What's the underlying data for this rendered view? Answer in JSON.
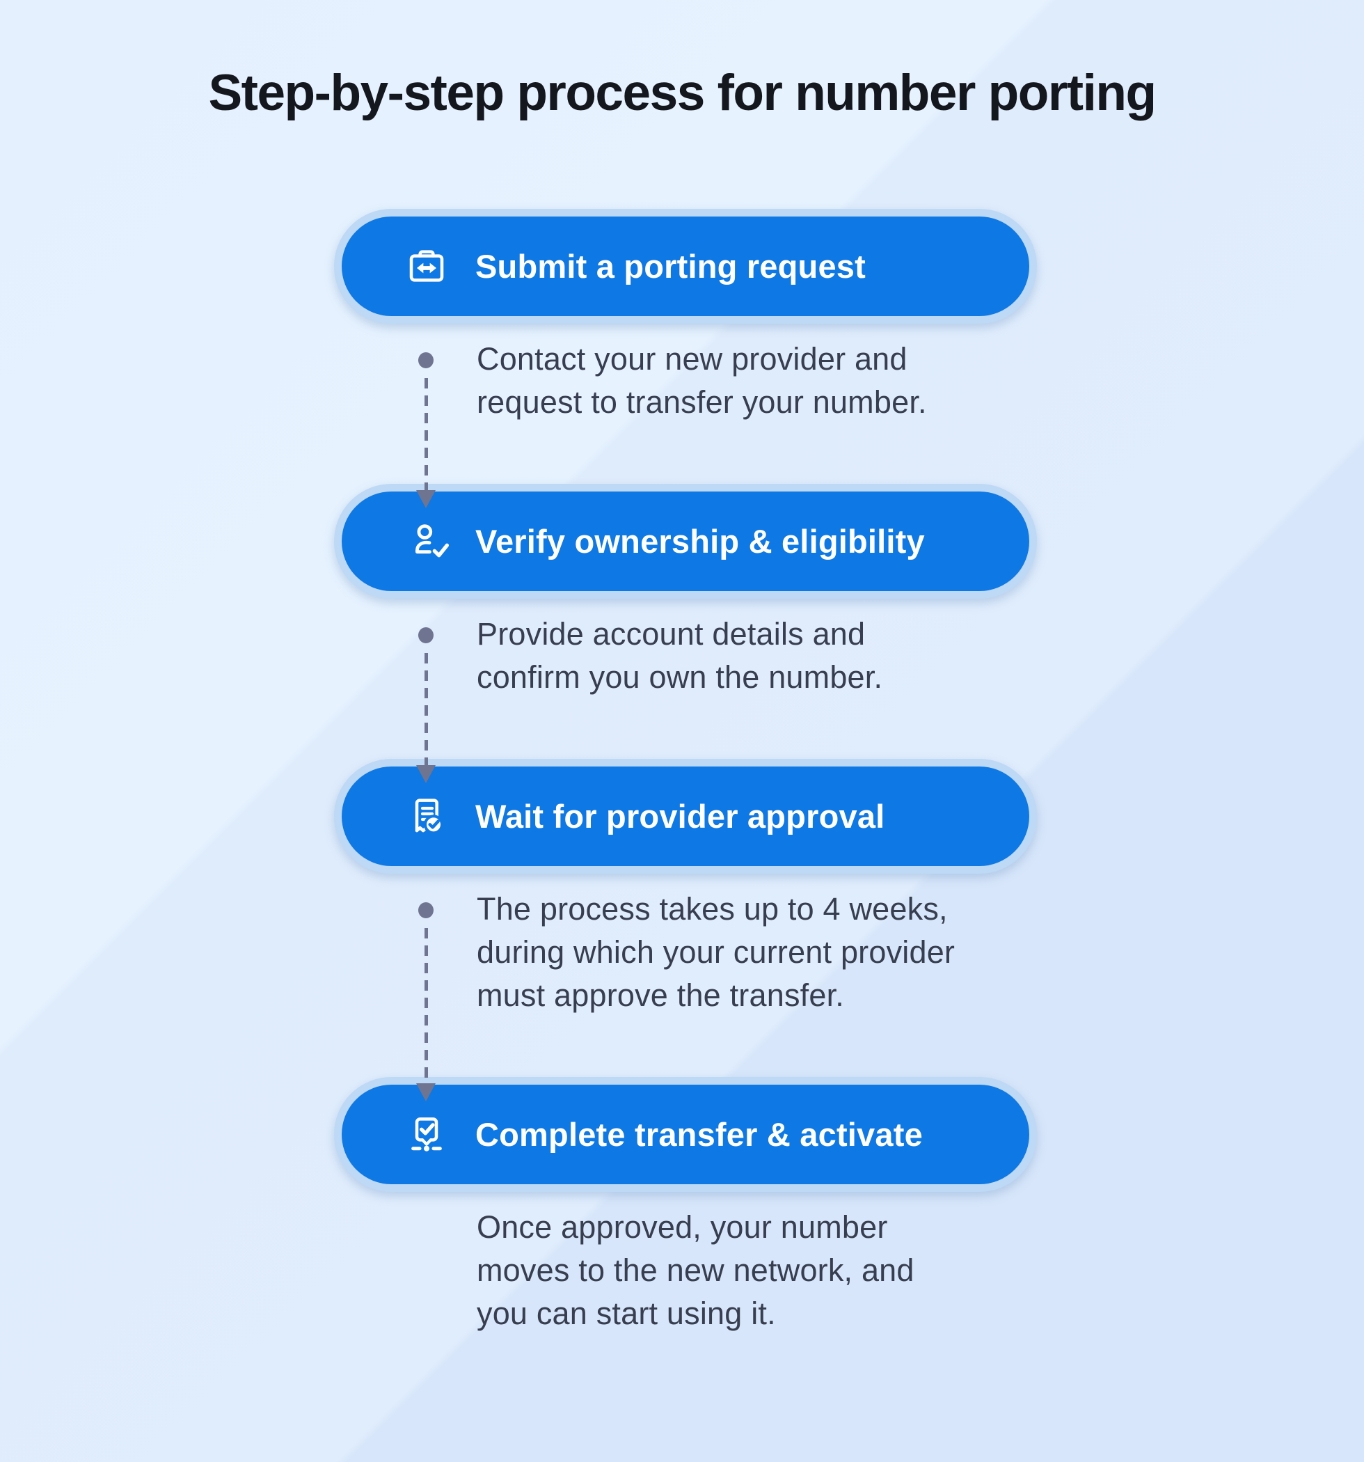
{
  "title": "Step-by-step process for number porting",
  "colors": {
    "background": "#DEEBFB",
    "pill": "#0E78E4",
    "pill_halo": "#BDD9F5",
    "pill_text": "#FFFFFF",
    "title_text": "#15171E",
    "body_text": "#373E50",
    "connector": "#6F7590"
  },
  "steps": [
    {
      "label": "Submit a porting request",
      "icon": "clipboard-transfer-icon",
      "description": [
        "Contact your new provider and",
        "request to transfer your number."
      ]
    },
    {
      "label": "Verify ownership & eligibility",
      "icon": "user-check-icon",
      "description": [
        "Provide account details and",
        "confirm you own the number."
      ]
    },
    {
      "label": "Wait for provider approval",
      "icon": "receipt-check-icon",
      "description": [
        "The process takes up to 4 weeks,",
        "during which your current provider",
        "must approve the transfer."
      ]
    },
    {
      "label": "Complete transfer & activate",
      "icon": "device-check-icon",
      "description": [
        "Once approved, your number",
        "moves to the new network, and",
        "you can start using it."
      ]
    }
  ]
}
